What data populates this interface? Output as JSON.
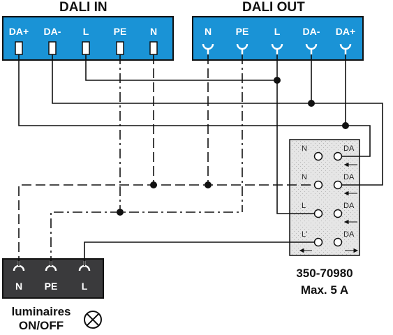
{
  "dali_in": {
    "title": "DALI IN",
    "terminals": [
      "DA+",
      "DA-",
      "L",
      "PE",
      "N"
    ]
  },
  "dali_out": {
    "title": "DALI OUT",
    "terminals": [
      "N",
      "PE",
      "L",
      "DA-",
      "DA+"
    ]
  },
  "device": {
    "model": "350-70980",
    "rating": "Max. 5 A",
    "rows": [
      {
        "left": "N",
        "right": "DA"
      },
      {
        "left": "N",
        "right": "DA"
      },
      {
        "left": "L",
        "right": "DA"
      },
      {
        "left": "L'",
        "right": "DA"
      }
    ]
  },
  "luminaires": {
    "terminals": [
      "N",
      "PE",
      "L"
    ],
    "label_line1": "luminaires",
    "label_line2": "ON/OFF",
    "lamp_icon": "lamp-symbol-icon"
  },
  "colors": {
    "terminal_blue": "#1a93d6",
    "terminal_dark": "#3a3a3c",
    "device_grey": "#dcdcdc",
    "wire": "#111111"
  }
}
